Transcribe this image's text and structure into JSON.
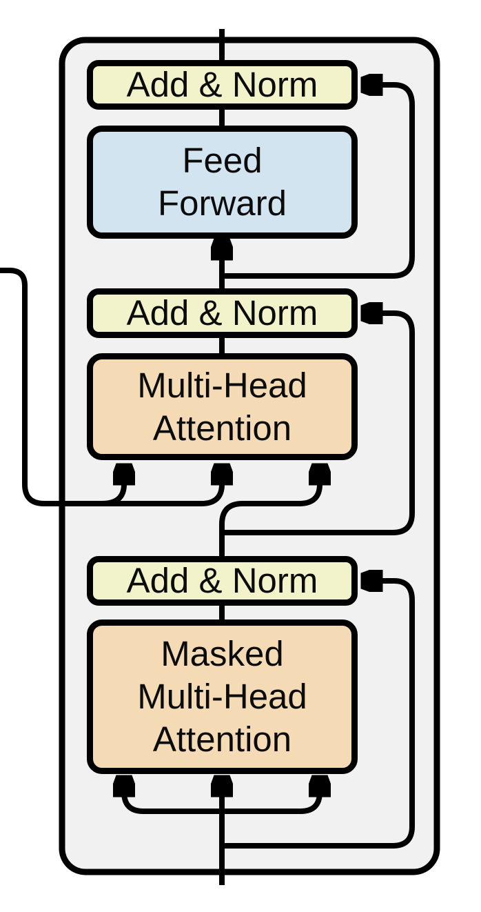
{
  "diagram": {
    "boxes": {
      "add_norm_top": {
        "label": "Add & Norm",
        "fill": "#f3f3cb"
      },
      "feed_forward": {
        "label": "Feed\nForward",
        "fill": "#d2e4f0"
      },
      "add_norm_middle": {
        "label": "Add & Norm",
        "fill": "#f3f3cb"
      },
      "multi_head_attention": {
        "label": "Multi-Head\nAttention",
        "fill": "#f5dbb5"
      },
      "add_norm_bottom": {
        "label": "Add & Norm",
        "fill": "#f3f3cb"
      },
      "masked_multi_head_attention": {
        "label": "Masked\nMulti-Head\nAttention",
        "fill": "#f5dbb5"
      }
    },
    "colors": {
      "background": "#ffffff",
      "container_fill": "#f1f1f2",
      "line": "#000000",
      "box_border": "#000000",
      "text": "#0b0b0b"
    }
  }
}
